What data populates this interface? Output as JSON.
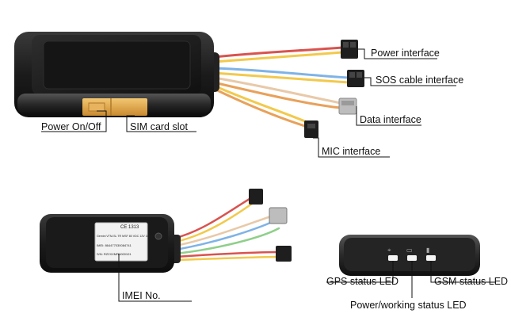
{
  "labels": {
    "power_interface": "Power interface",
    "sos_cable_interface": "SOS cable interface",
    "data_interface": "Data interface",
    "mic_interface": "MIC interface",
    "power_on_off": "Power On/Off",
    "sim_card_slot": "SIM card slot",
    "imei_no": "IMEI No.",
    "gps_status_led": "GPS status LED",
    "gsm_status_led": "GSM status LED",
    "power_working_status_led": "Power/working status LED"
  },
  "sticker": {
    "cert": "CE 1313",
    "model_line": "Gemini  VTM-SL TR  MSF 80 VDC 12V 10V",
    "imei_line": "IMEI: 864477030084741",
    "sn_line": "S/N: RZ2XXMR1000101"
  },
  "colors": {
    "label_text": "#111111",
    "leader_line": "#111111",
    "device_body": "#1c1c1c",
    "slot_accent": "#e0a84a",
    "wire_red": "#d9534f",
    "wire_yellow": "#f2c94c",
    "wire_blue": "#7fb3e6",
    "wire_orange": "#e8a15a",
    "wire_green": "#8fcf8a"
  }
}
